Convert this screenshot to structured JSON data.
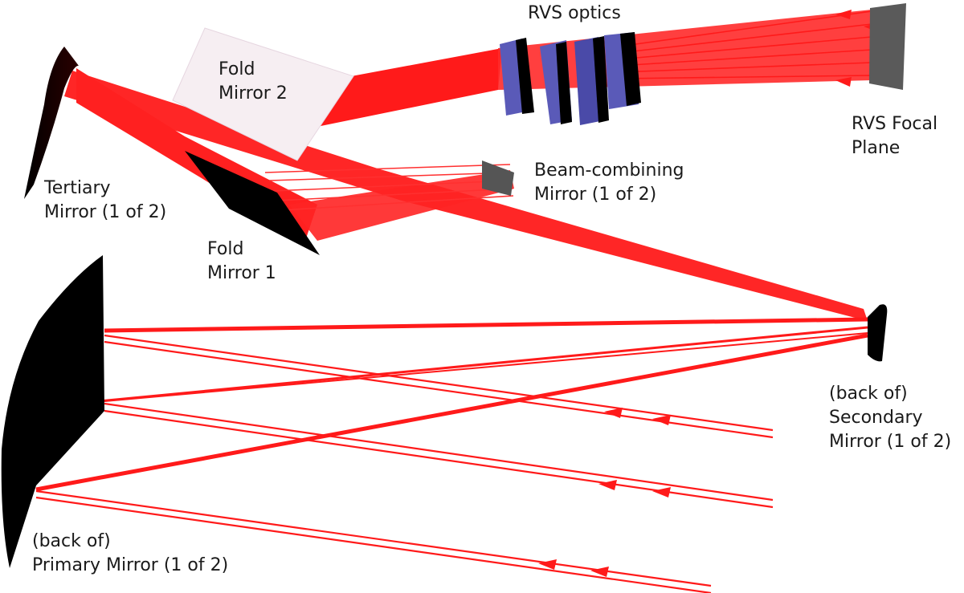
{
  "labels": {
    "rvs_optics": "RVS optics",
    "fold_mirror_2": [
      "Fold",
      "Mirror 2"
    ],
    "rvs_focal_plane": [
      "RVS Focal",
      "Plane"
    ],
    "beam_combining_mirror": [
      "Beam-combining",
      "Mirror (1 of 2)"
    ],
    "tertiary_mirror": [
      "Tertiary",
      "Mirror (1 of 2)"
    ],
    "fold_mirror_1": [
      "Fold",
      "Mirror 1"
    ],
    "secondary_mirror": [
      "(back of)",
      "Secondary",
      "Mirror (1 of 2)"
    ],
    "primary_mirror": [
      "(back of)",
      "Primary Mirror (1 of 2)"
    ]
  },
  "colors": {
    "beam": "#ff1a1a",
    "beam_dark": "#e50012",
    "mirror": "#000000",
    "optics_glass": "#5a5ab8",
    "focal_plane": "#555555",
    "fold_mirror_2_face": "#f6eef2"
  }
}
